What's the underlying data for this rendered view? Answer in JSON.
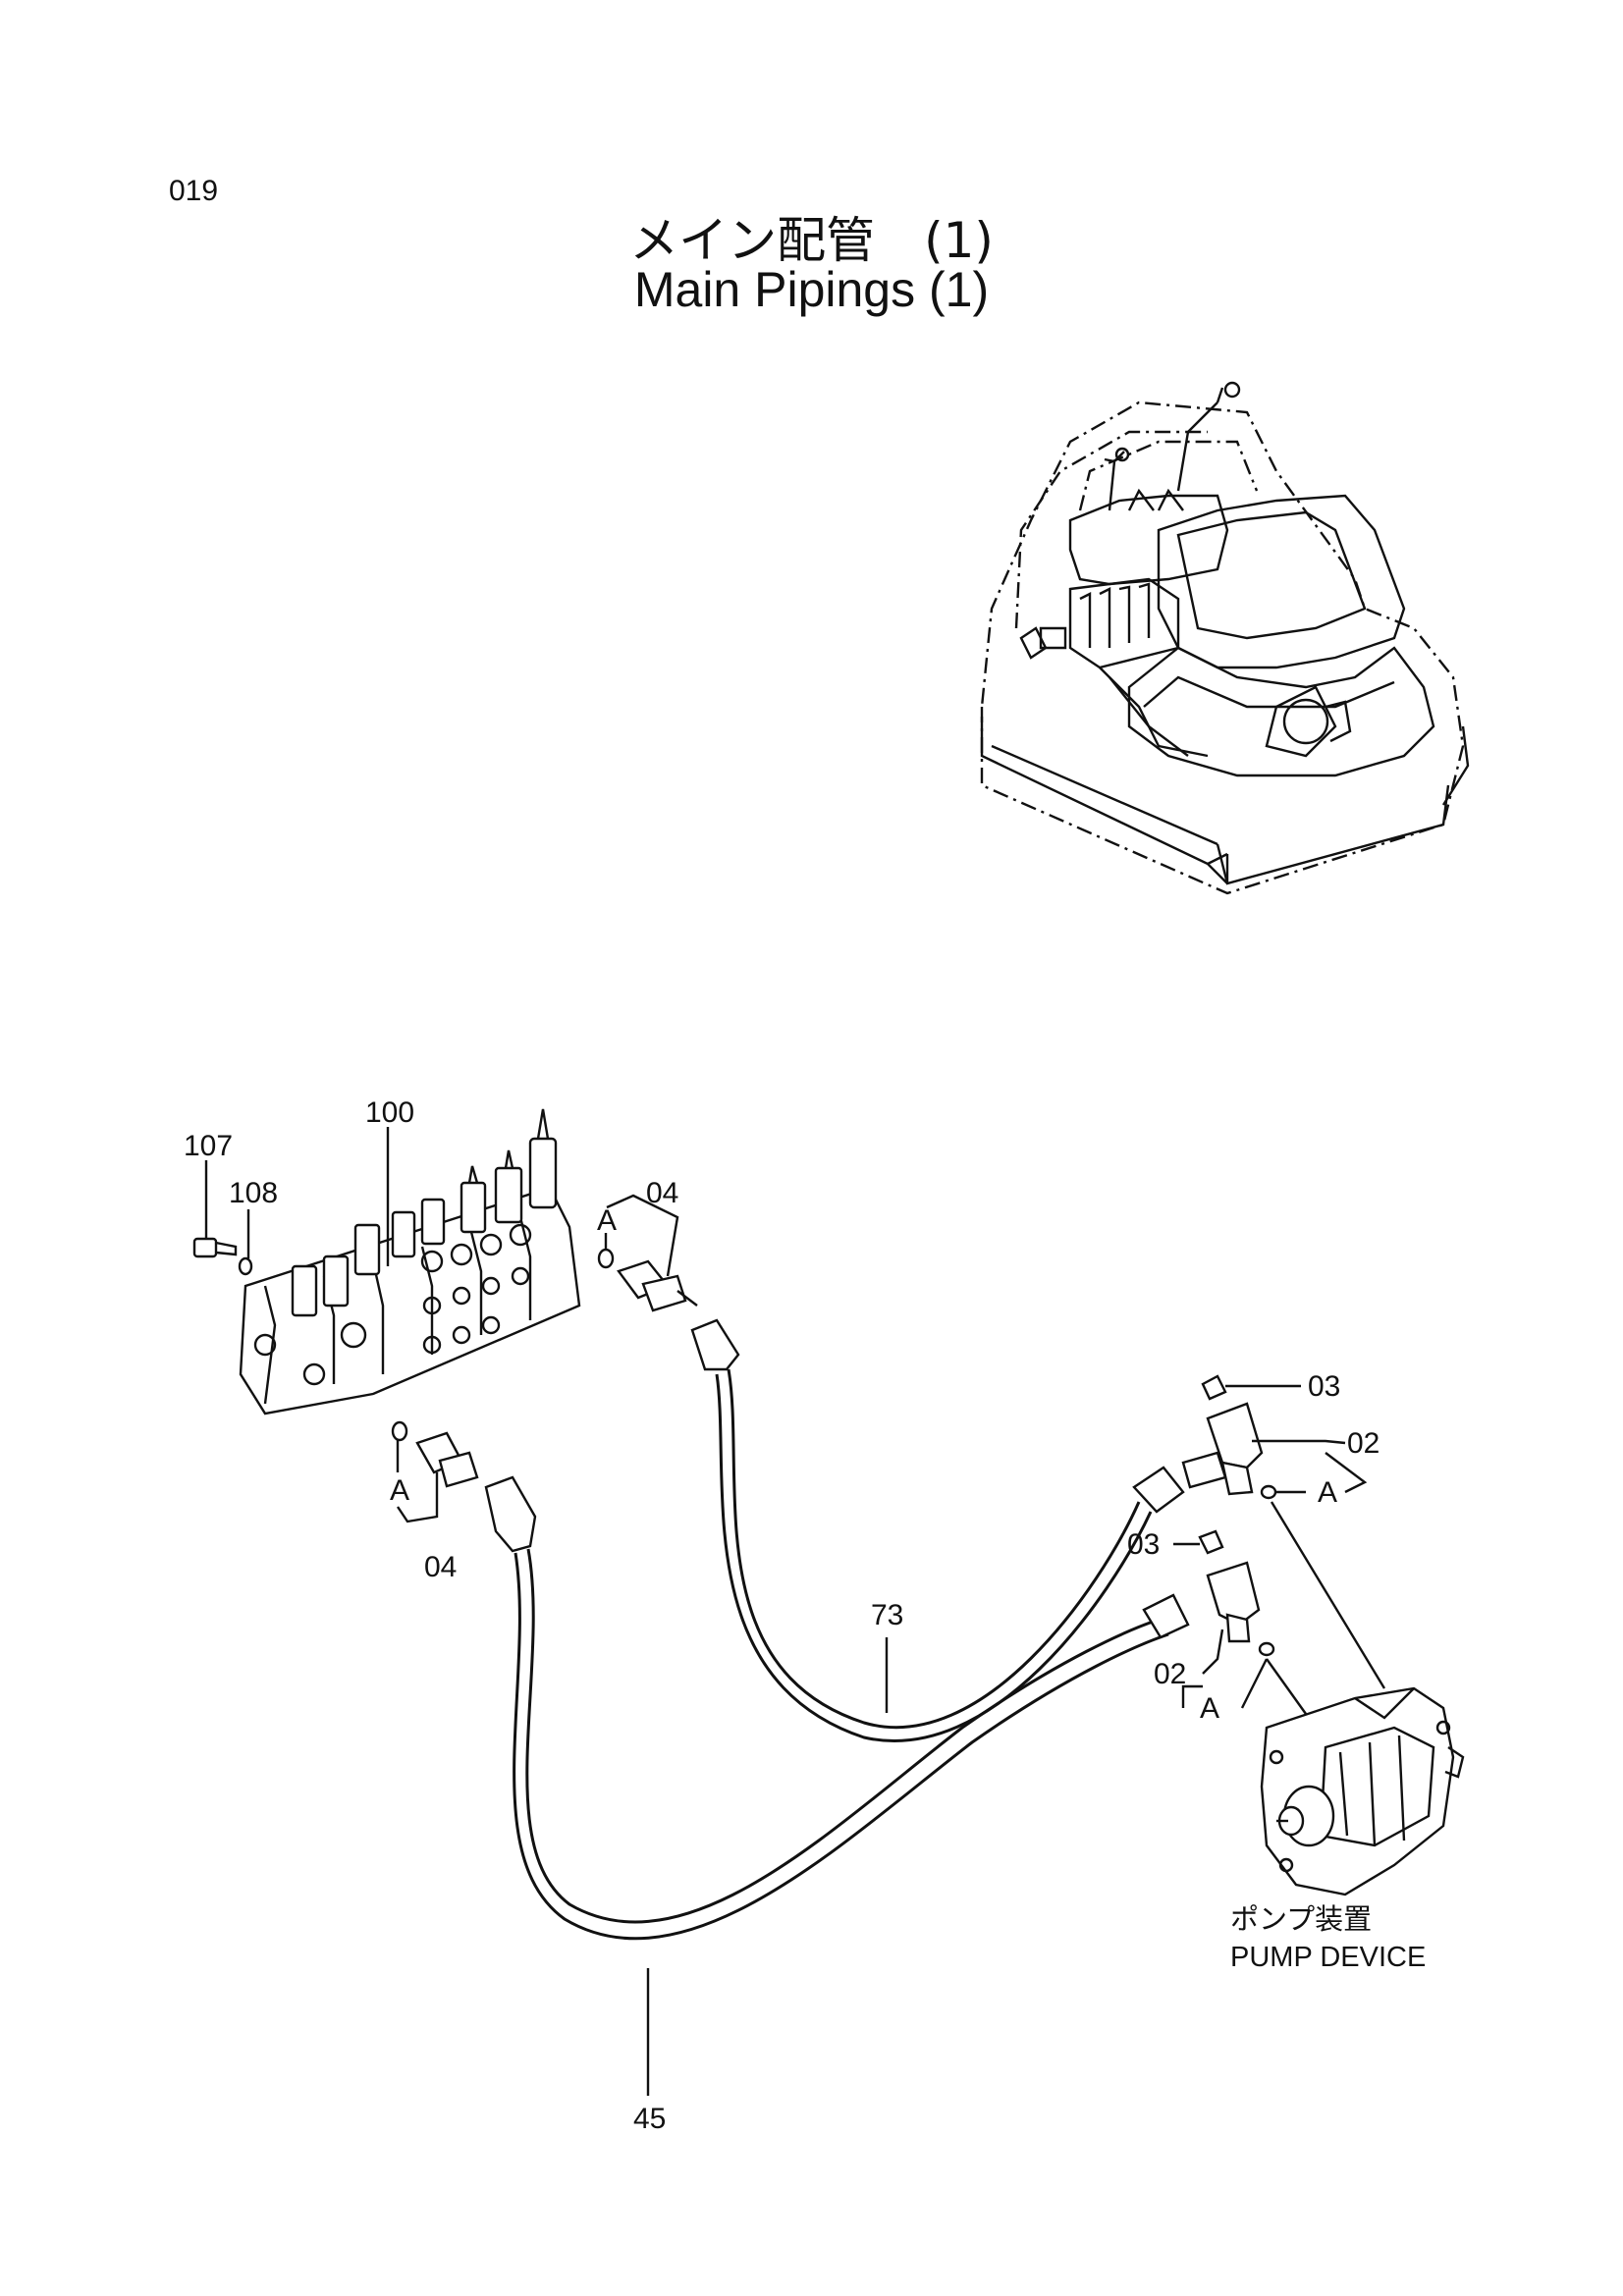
{
  "page": {
    "number": "019",
    "title_jp": "メイン配管　(1)",
    "title_en": "Main Pipings (1)"
  },
  "callouts": {
    "c100": "100",
    "c107": "107",
    "c108": "108",
    "c04_top": "04",
    "c04_bottom": "04",
    "cA_top": "A",
    "cA_bottom": "A",
    "c03_top": "03",
    "c03_bottom": "03",
    "c02_top": "02",
    "c02_bottom": "02",
    "cA_right_top": "A",
    "cA_right_bottom": "A",
    "c73": "73",
    "c45": "45"
  },
  "pump_label": {
    "jp": "ポンプ装置",
    "en": "PUMP DEVICE"
  }
}
